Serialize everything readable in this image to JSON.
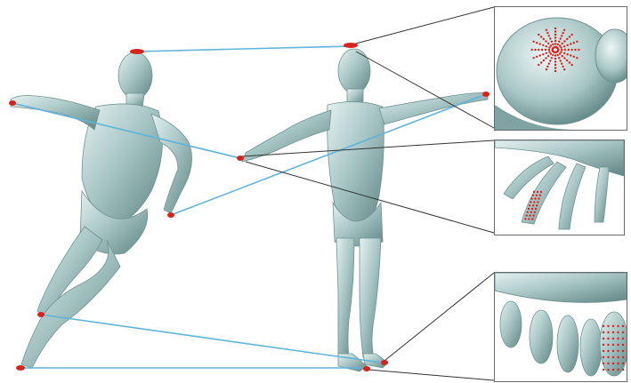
{
  "figure": {
    "description_free": true,
    "colors": {
      "mesh_fill": "#a9c7c6",
      "mesh_shadow": "#5f8584",
      "mesh_highlight": "#e4f1f0",
      "correspondence_line": "#5fb4da",
      "sample_points": "#d8231c",
      "callout_line": "#333333",
      "inset_border": "#6a6a6a"
    },
    "icons": {
      "source_figure": "human-mesh-running-pose",
      "target_figure": "human-mesh-t-pose",
      "inset_head": "head-closeup",
      "inset_hand": "hand-closeup",
      "inset_foot": "foot-closeup"
    }
  }
}
